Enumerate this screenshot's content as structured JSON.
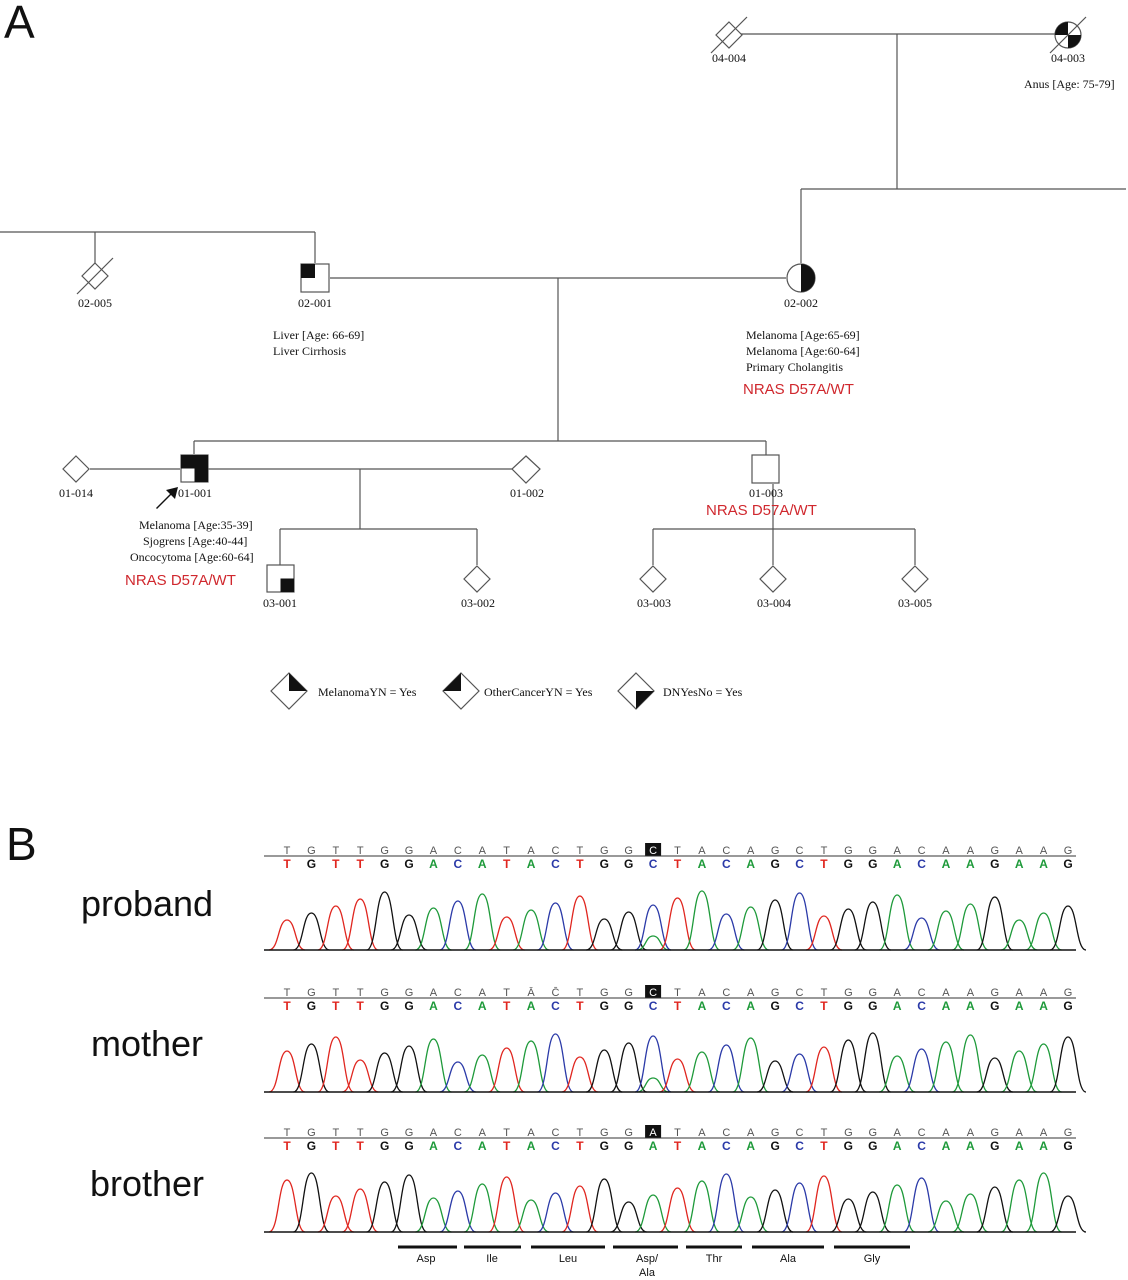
{
  "panel_a": {
    "label": "A",
    "individuals": {
      "i04_004": {
        "id": "04-004"
      },
      "i04_003": {
        "id": "04-003",
        "notes": [
          "Anus [Age: 75-79]"
        ]
      },
      "i02_005": {
        "id": "02-005"
      },
      "i02_001": {
        "id": "02-001",
        "notes": [
          "Liver [Age: 66-69]",
          "Liver Cirrhosis"
        ]
      },
      "i02_002": {
        "id": "02-002",
        "notes": [
          "Melanoma [Age:65-69]",
          "Melanoma [Age:60-64]",
          "Primary Cholangitis"
        ],
        "genotype": "NRAS D57A/WT"
      },
      "i01_014": {
        "id": "01-014"
      },
      "i01_001": {
        "id": "01-001",
        "notes": [
          "Melanoma [Age:35-39]",
          "Sjogrens [Age:40-44]",
          "Oncocytoma  [Age:60-64]"
        ],
        "genotype": "NRAS D57A/WT"
      },
      "i01_002": {
        "id": "01-002"
      },
      "i01_003": {
        "id": "01-003",
        "genotype": "NRAS D57A/WT"
      },
      "i03_001": {
        "id": "03-001"
      },
      "i03_002": {
        "id": "03-002"
      },
      "i03_003": {
        "id": "03-003"
      },
      "i03_004": {
        "id": "03-004"
      },
      "i03_005": {
        "id": "03-005"
      }
    },
    "legend": [
      {
        "label": "MelanomaYN = Yes"
      },
      {
        "label": "OtherCancerYN = Yes"
      },
      {
        "label": "DNYesNo = Yes"
      }
    ],
    "colors": {
      "genotype": "#d0282e",
      "line": "#555555",
      "fill": "#111111"
    }
  },
  "panel_b": {
    "label": "B",
    "tracks": [
      {
        "name": "proband",
        "top_calls": [
          "T",
          "G",
          "T",
          "T",
          "G",
          "G",
          "A",
          "C",
          "A",
          "T",
          "A",
          "C",
          "T",
          "G",
          "G",
          "C",
          "T",
          "A",
          "C",
          "A",
          "G",
          "C",
          "T",
          "G",
          "G",
          "A",
          "C",
          "A",
          "A",
          "G",
          "A",
          "A",
          "G"
        ],
        "bottom_calls": [
          "T",
          "G",
          "T",
          "T",
          "G",
          "G",
          "A",
          "C",
          "A",
          "T",
          "A",
          "C",
          "T",
          "G",
          "G",
          "C",
          "T",
          "A",
          "C",
          "A",
          "G",
          "C",
          "T",
          "G",
          "G",
          "A",
          "C",
          "A",
          "A",
          "G",
          "A",
          "A",
          "G"
        ],
        "highlight_index": 15
      },
      {
        "name": "mother",
        "top_calls": [
          "T",
          "G",
          "T",
          "T",
          "G",
          "G",
          "A",
          "C",
          "A",
          "T",
          "Ā",
          "C̄",
          "T",
          "G",
          "G",
          "C",
          "T",
          "A",
          "C",
          "A",
          "G",
          "C",
          "T",
          "G",
          "G",
          "A",
          "C",
          "A",
          "A",
          "G",
          "A",
          "A",
          "G"
        ],
        "bottom_calls": [
          "T",
          "G",
          "T",
          "T",
          "G",
          "G",
          "A",
          "C",
          "A",
          "T",
          "A",
          "C",
          "T",
          "G",
          "G",
          "C",
          "T",
          "A",
          "C",
          "A",
          "G",
          "C",
          "T",
          "G",
          "G",
          "A",
          "C",
          "A",
          "A",
          "G",
          "A",
          "A",
          "G"
        ],
        "highlight_index": 15
      },
      {
        "name": "brother",
        "top_calls": [
          "T",
          "G",
          "T",
          "T",
          "G",
          "G",
          "A",
          "C",
          "A",
          "T",
          "A",
          "C",
          "T",
          "G",
          "G",
          "A",
          "T",
          "A",
          "C",
          "A",
          "G",
          "C",
          "T",
          "G",
          "G",
          "A",
          "C",
          "A",
          "A",
          "G",
          "A",
          "A",
          "G"
        ],
        "bottom_calls": [
          "T",
          "G",
          "T",
          "T",
          "G",
          "G",
          "A",
          "C",
          "A",
          "T",
          "A",
          "C",
          "T",
          "G",
          "G",
          "A",
          "T",
          "A",
          "C",
          "A",
          "G",
          "C",
          "T",
          "G",
          "G",
          "A",
          "C",
          "A",
          "A",
          "G",
          "A",
          "A",
          "G"
        ],
        "highlight_index": 15
      }
    ],
    "amino_acids": [
      {
        "lines": [
          "Asp"
        ]
      },
      {
        "lines": [
          "Ile"
        ]
      },
      {
        "lines": [
          "Leu"
        ]
      },
      {
        "lines": [
          "Asp/",
          "Ala"
        ]
      },
      {
        "lines": [
          "Thr"
        ]
      },
      {
        "lines": [
          "Ala"
        ]
      },
      {
        "lines": [
          "Gly"
        ]
      }
    ],
    "base_colors": {
      "A": "#1e9a3a",
      "C": "#2b3aa8",
      "G": "#111111",
      "T": "#e0261f"
    }
  }
}
